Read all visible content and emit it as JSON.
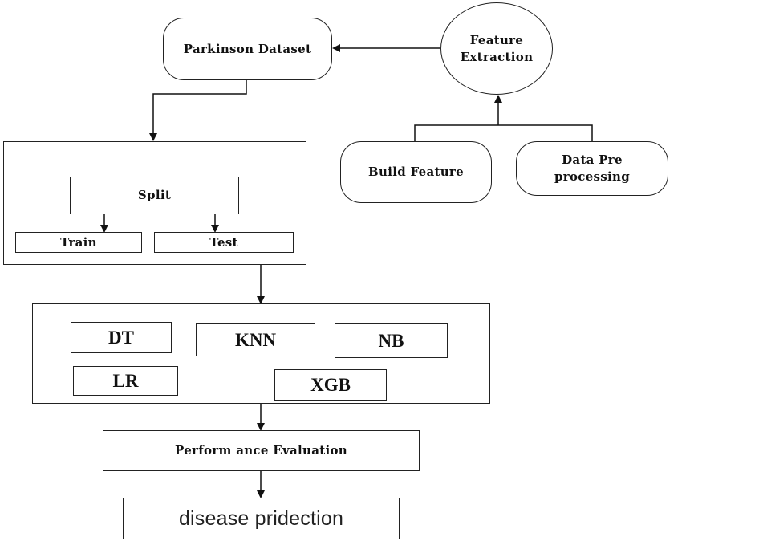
{
  "nodes": {
    "parkinson_dataset": "Parkinson Dataset",
    "feature_extraction": "Feature\nExtraction",
    "build_feature": "Build Feature",
    "data_preprocessing": "Data Pre\nprocessing",
    "split": "Split",
    "train": "Train",
    "test": "Test",
    "performance_evaluation": "Perform ance Evaluation",
    "disease_prediction": "disease pridection"
  },
  "models": {
    "dt": "DT",
    "knn": "KNN",
    "nb": "NB",
    "lr": "LR",
    "xgb": "XGB"
  }
}
